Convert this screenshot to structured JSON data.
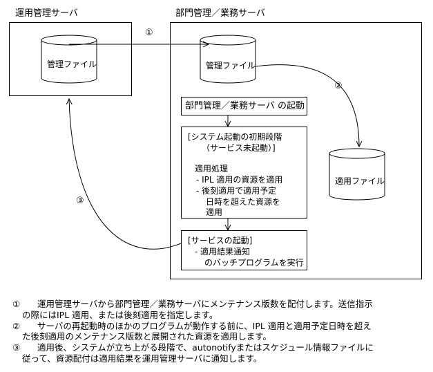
{
  "servers": {
    "ops": {
      "title": "運用管理サーバ",
      "file_label": "管理ファイル"
    },
    "dept": {
      "title": "部門管理／業務サーバ",
      "file_label": "管理ファイル"
    },
    "app_file_label": "適用ファイル"
  },
  "flow": {
    "startup": "部門管理／業務サーバ の起動",
    "initial_stage_line1": "[システム起動の初期段階",
    "initial_stage_line2": "（サービス未起動）]",
    "apply_title": "適用処理",
    "apply_item1_line1": "- IPL 適用の資源を適用",
    "apply_item2_line1": "- 後刻適用で適用予定",
    "apply_item2_line2": "日時を超えた資源を",
    "apply_item2_line3": "適用",
    "service_title": "[サービスの起動]",
    "service_item_line1": "- 適用結果通知",
    "service_item_line2": "のバッチプログラムを実行"
  },
  "markers": {
    "one": "①",
    "two": "②",
    "three": "③"
  },
  "notes": [
    {
      "num": "①",
      "lines": [
        "運用管理サーバから部門管理／業務サーバにメンテナンス版数を配付します。送信指示",
        "の際にはIPL 適用、または後刻適用を指定します。"
      ]
    },
    {
      "num": "②",
      "lines": [
        "サーバの再起動時のほかのプログラムが動作する前に、IPL 適用と適用予定日時を超え",
        "た後刻適用のメンテナンス版数と展開された資源を適用します。"
      ]
    },
    {
      "num": "③",
      "lines": [
        "適用後、システムが立ち上がる段階で、autonotifyまたはスケジュール情報ファイルに",
        "従って、資源配付は適用結果を運用管理サーバに通知します。"
      ]
    }
  ]
}
